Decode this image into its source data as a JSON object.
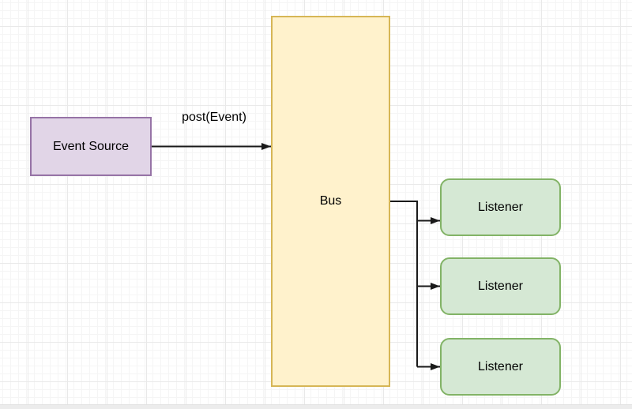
{
  "diagram": {
    "type": "flow-diagram",
    "nodes": {
      "event_source": {
        "label": "Event Source",
        "fill": "#E1D5E7",
        "stroke": "#9673A6",
        "shape": "rectangle"
      },
      "bus": {
        "label": "Bus",
        "fill": "#FFF2CC",
        "stroke": "#D6B656",
        "shape": "rectangle"
      },
      "listeners": [
        {
          "label": "Listener"
        },
        {
          "label": "Listener"
        },
        {
          "label": "Listener"
        }
      ],
      "listener_fill": "#D5E8D4",
      "listener_stroke": "#82B366",
      "listener_shape": "rounded-rectangle"
    },
    "edges": [
      {
        "label": "post(Event)",
        "from": "Event Source",
        "to": "Bus"
      },
      {
        "label": "",
        "from": "Bus",
        "to": "Listener 1"
      },
      {
        "label": "",
        "from": "Bus",
        "to": "Listener 2"
      },
      {
        "label": "",
        "from": "Bus",
        "to": "Listener 3"
      }
    ],
    "edge_color": "#1a1a1a",
    "text_color": "#000000",
    "background": "#ffffff"
  }
}
